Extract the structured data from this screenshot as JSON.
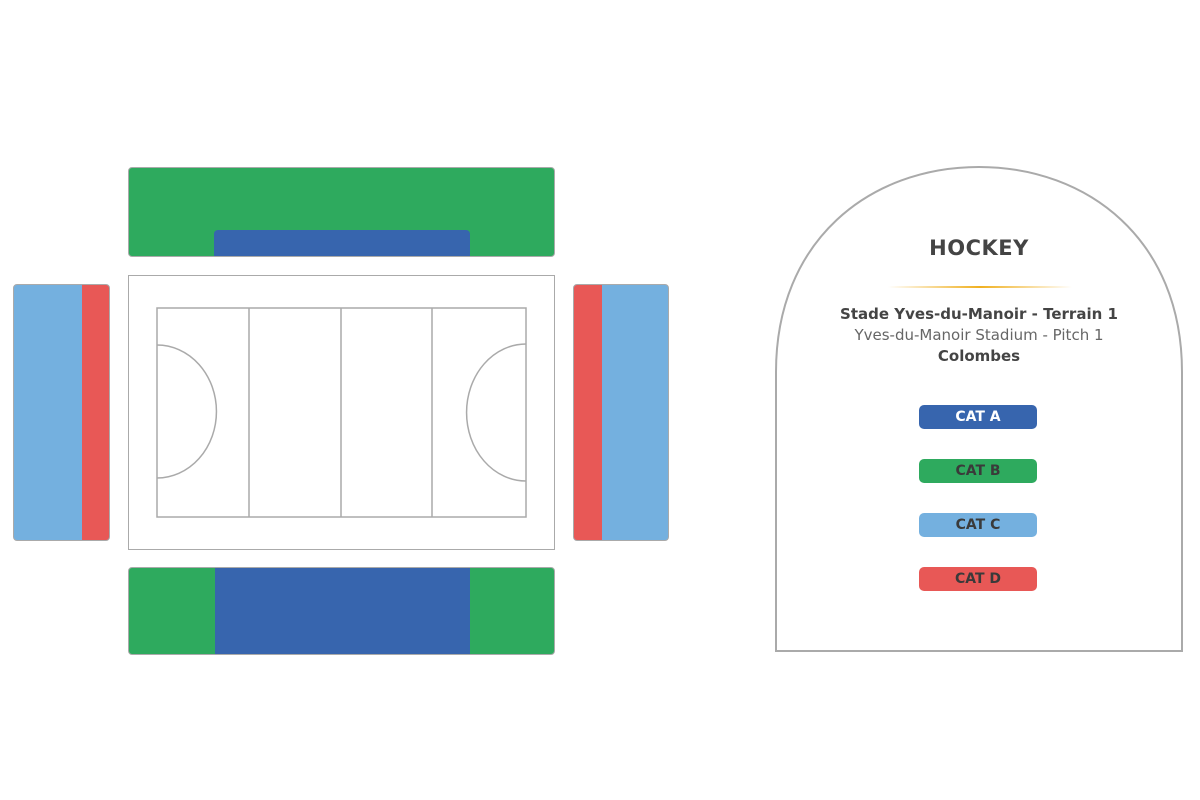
{
  "legend": {
    "title": "HOCKEY",
    "venue_fr": "Stade Yves-du-Manoir - Terrain 1",
    "venue_en": "Yves-du-Manoir Stadium - Pitch 1",
    "city": "Colombes",
    "categories": [
      {
        "label": "CAT A",
        "color": "#3765ae",
        "text_color": "#ffffff"
      },
      {
        "label": "CAT B",
        "color": "#2eaa5e",
        "text_color": "#3a3a3a"
      },
      {
        "label": "CAT C",
        "color": "#74b0df",
        "text_color": "#3a3a3a"
      },
      {
        "label": "CAT D",
        "color": "#e85856",
        "text_color": "#3a3a3a"
      }
    ]
  },
  "stands": {
    "north": {
      "sections": [
        "CAT B",
        "CAT A"
      ]
    },
    "south": {
      "sections": [
        "CAT B",
        "CAT A",
        "CAT B"
      ]
    },
    "west": {
      "sections": [
        "CAT C",
        "CAT D"
      ]
    },
    "east": {
      "sections": [
        "CAT D",
        "CAT C"
      ]
    }
  },
  "colors": {
    "cat_a": "#3765ae",
    "cat_b": "#2eaa5e",
    "cat_c": "#74b0df",
    "cat_d": "#e85856",
    "outline": "#aaaaaa"
  }
}
